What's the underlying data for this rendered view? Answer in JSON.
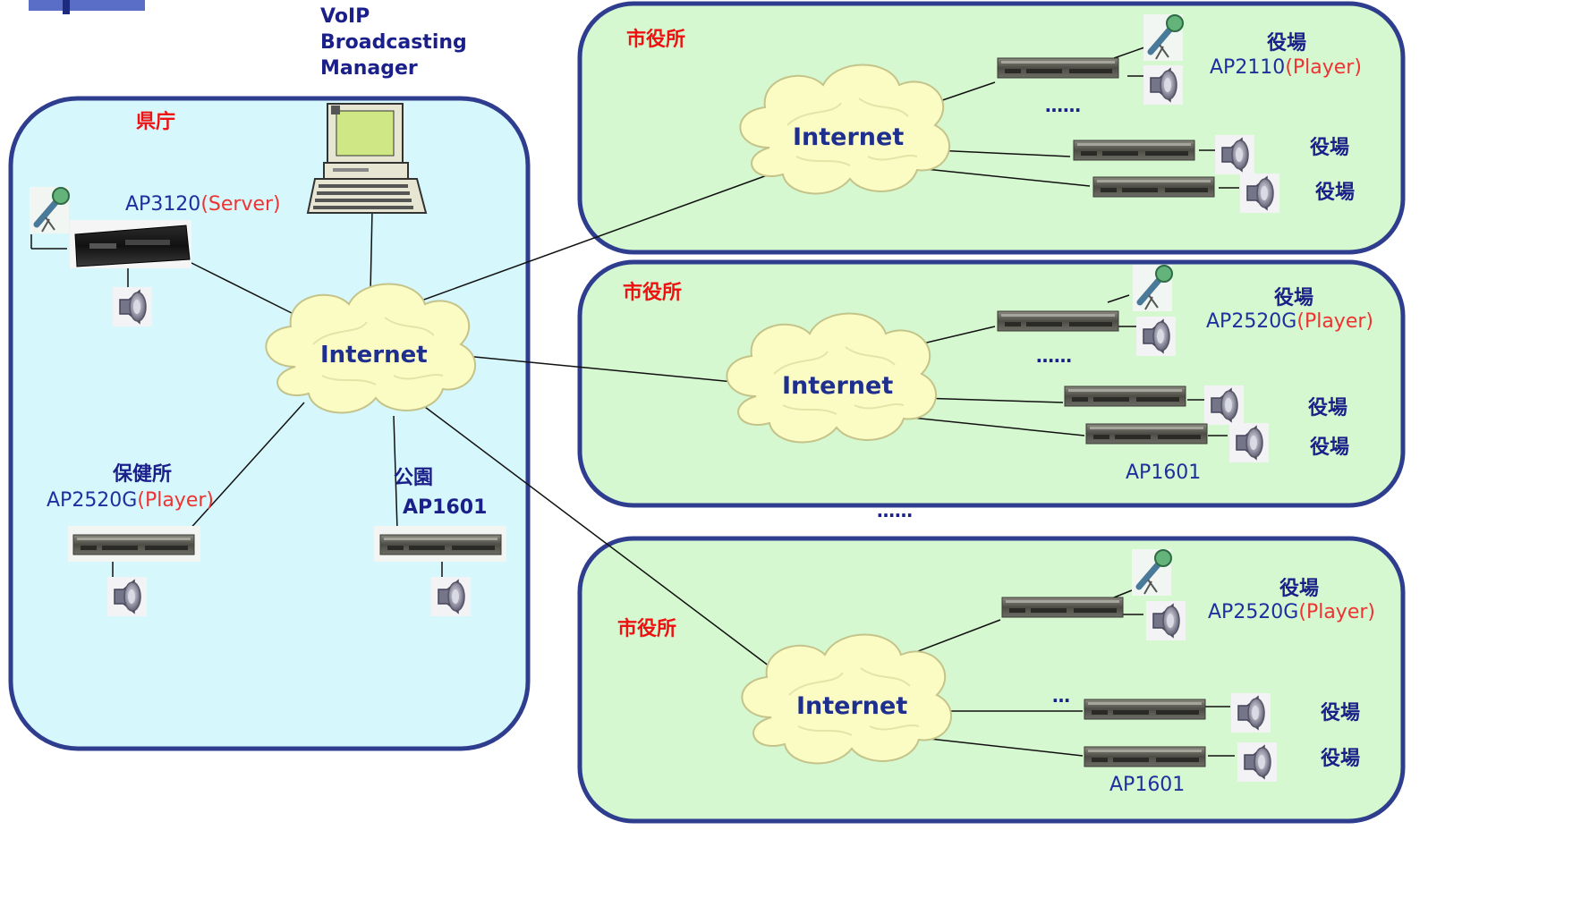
{
  "header": {
    "manager_label_lines": [
      "VoIP",
      "Broadcasting",
      "Manager"
    ]
  },
  "colors": {
    "prefecture_bg": "#d6f7fc",
    "city_bg": "#d6f8d0",
    "region_border": "#2f3d8f",
    "cloud_fill": "#fbfbc4",
    "label_navy": "#1e2f9e",
    "label_red": "#ee1111"
  },
  "prefecture": {
    "name": "県庁",
    "server": {
      "model": "AP3120",
      "role": "(Server)"
    },
    "internet_label": "Internet",
    "sites": [
      {
        "name": "保健所",
        "model": "AP2520G",
        "role": "(Player)"
      },
      {
        "name": "公園",
        "model": "AP1601"
      }
    ]
  },
  "cities": [
    {
      "name": "市役所",
      "internet_label": "Internet",
      "site_top": {
        "name": "役場",
        "model": "AP2110",
        "role": "(Player)"
      },
      "ellipsis": "……",
      "site_mid": {
        "name": "役場"
      },
      "site_bottom": {
        "name": "役場"
      }
    },
    {
      "name": "市役所",
      "internet_label": "Internet",
      "site_top": {
        "name": "役場",
        "model": "AP2520G",
        "role": "(Player)"
      },
      "ellipsis": "……",
      "site_mid": {
        "name": "役場"
      },
      "site_bottom": {
        "name": "役場"
      },
      "footer_model": "AP1601"
    },
    {
      "name": "市役所",
      "internet_label": "Internet",
      "site_top": {
        "name": "役場",
        "model": "AP2520G",
        "role": "(Player)"
      },
      "ellipsis": "…",
      "site_mid": {
        "name": "役場"
      },
      "site_bottom": {
        "name": "役場"
      },
      "footer_model": "AP1601"
    }
  ],
  "between_cities_ellipsis": "……"
}
